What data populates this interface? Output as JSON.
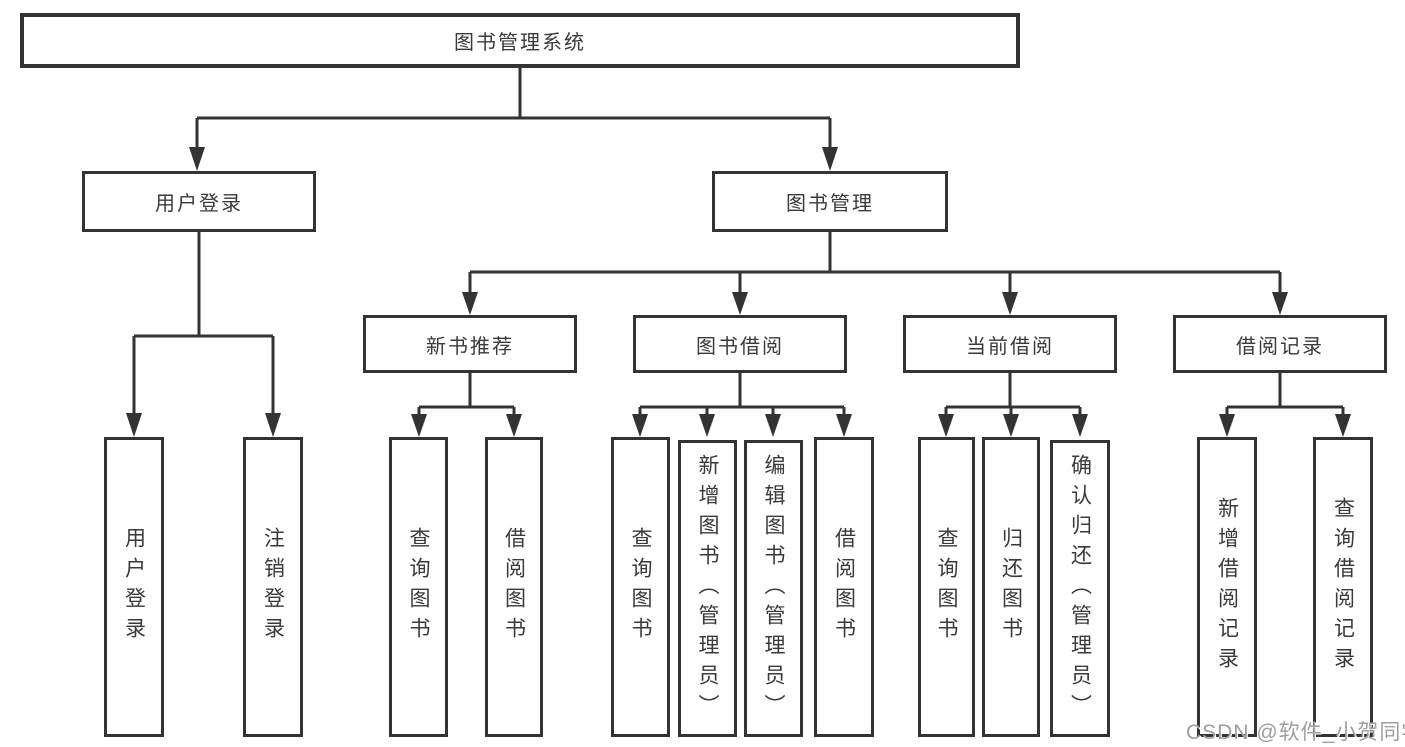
{
  "diagram": {
    "title": "图书管理系统",
    "tree": {
      "label": "图书管理系统",
      "children": [
        {
          "label": "用户登录",
          "children": [
            {
              "label": "用户登录"
            },
            {
              "label": "注销登录"
            }
          ]
        },
        {
          "label": "图书管理",
          "children": [
            {
              "label": "新书推荐",
              "children": [
                {
                  "label": "查询图书"
                },
                {
                  "label": "借阅图书"
                }
              ]
            },
            {
              "label": "图书借阅",
              "children": [
                {
                  "label": "查询图书"
                },
                {
                  "label": "新增图书（管理员）"
                },
                {
                  "label": "编辑图书（管理员）"
                },
                {
                  "label": "借阅图书"
                }
              ]
            },
            {
              "label": "当前借阅",
              "children": [
                {
                  "label": "查询图书"
                },
                {
                  "label": "归还图书"
                },
                {
                  "label": "确认归还（管理员）"
                }
              ]
            },
            {
              "label": "借阅记录",
              "children": [
                {
                  "label": "新增借阅记录"
                },
                {
                  "label": "查询借阅记录"
                }
              ]
            }
          ]
        }
      ]
    }
  },
  "watermark": {
    "text": "CSDN @软件_小贺同学"
  },
  "colors": {
    "line": "#333333",
    "box_border": "#333333",
    "text": "#3a3a3a",
    "watermark": "#9e9e9e",
    "background": "#ffffff"
  }
}
